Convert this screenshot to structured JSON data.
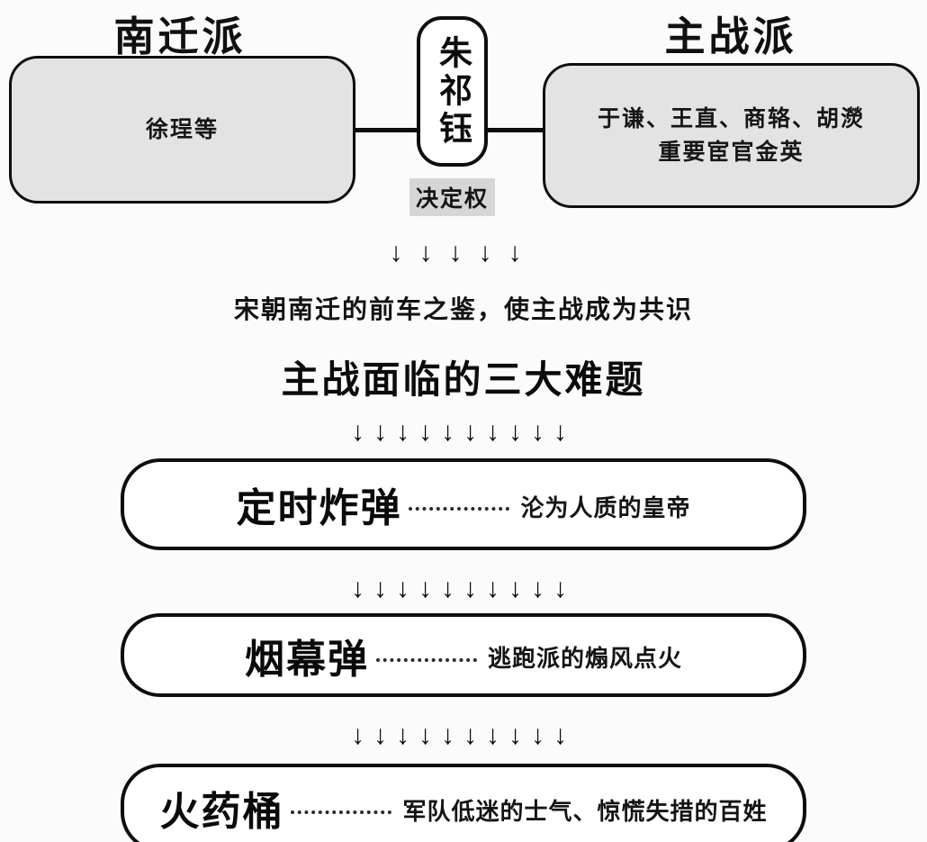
{
  "colors": {
    "background": "#fbfbfb",
    "faction_box_fill": "#e3e3e3",
    "white_box_fill": "#ffffff",
    "border": "#0e0e0e",
    "highlight_bg": "#d6d6d6",
    "text": "#111111"
  },
  "top": {
    "left_faction": {
      "title": "南迁派",
      "members": "徐珵等"
    },
    "center": {
      "emperor_name": "朱祁钰",
      "decision_label": "决定权"
    },
    "right_faction": {
      "title": "主战派",
      "members_line1": "于谦、王直、商辂、胡濙",
      "members_line2": "重要宦官金英"
    }
  },
  "flow": {
    "arrows_five": "↓↓↓↓↓",
    "arrows_ten": "↓↓↓↓↓↓↓↓↓↓",
    "consensus_text": "宋朝南迁的前车之鉴，使主战成为共识",
    "problems_heading": "主战面临的三大难题",
    "problems": [
      {
        "title": "定时炸弹",
        "description": "沦为人质的皇帝"
      },
      {
        "title": "烟幕弹",
        "description": "逃跑派的煽风点火"
      },
      {
        "title": "火药桶",
        "description": "军队低迷的士气、惊慌失措的百姓"
      }
    ]
  }
}
